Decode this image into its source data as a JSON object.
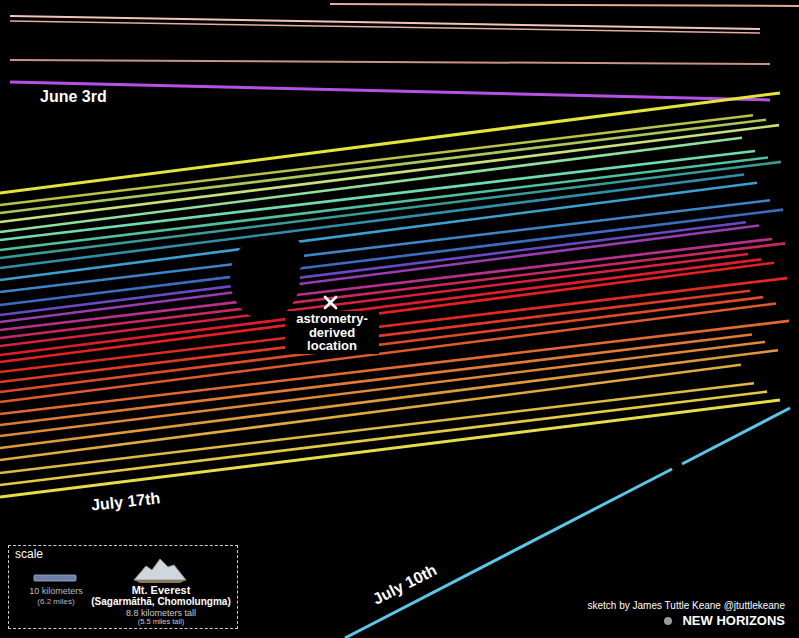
{
  "diagram": {
    "nodes": [
      {
        "text": [
          "scale",
          "10 kilometers",
          "(6.2 miles)",
          "Mt. Everest",
          "(Sagarmāthā, Chomolungma)",
          "8.8 kilometers tall",
          "(5.5 miles tall)"
        ]
      }
    ],
    "labels": [
      "June 3rd",
      "astrometry-derived location",
      "July 17th",
      "July 10th",
      "sketch by James Tuttle Keane @jtuttlekeane",
      "NEW HORIZONS"
    ]
  }
}
